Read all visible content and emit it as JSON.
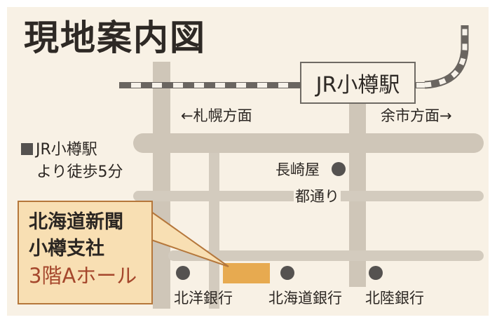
{
  "map": {
    "title": "現地案内図",
    "station": {
      "label": "JR小樽駅"
    },
    "directions": {
      "sapporo": "←札幌方面",
      "yoichi": "余市方面→"
    },
    "access_note": {
      "line1": "JR小樽駅",
      "line2": "より徒歩5分"
    },
    "street_name": "都通り",
    "landmarks": [
      {
        "name": "長崎屋"
      },
      {
        "name": "北洋銀行"
      },
      {
        "name": "北海道銀行"
      },
      {
        "name": "北陸銀行"
      }
    ],
    "venue": {
      "line1": "北海道新聞",
      "line2": "小樽支社",
      "line3": "3階Aホール"
    },
    "colors": {
      "background": "#f8f1e5",
      "road": "#cfc6b8",
      "rail": "#6a6560",
      "venue_box": "#f8dfb3",
      "venue_border": "#b5773b",
      "venue_building": "#e7aa50",
      "accent_text": "#a5472c",
      "landmark_dot": "#555250"
    }
  }
}
